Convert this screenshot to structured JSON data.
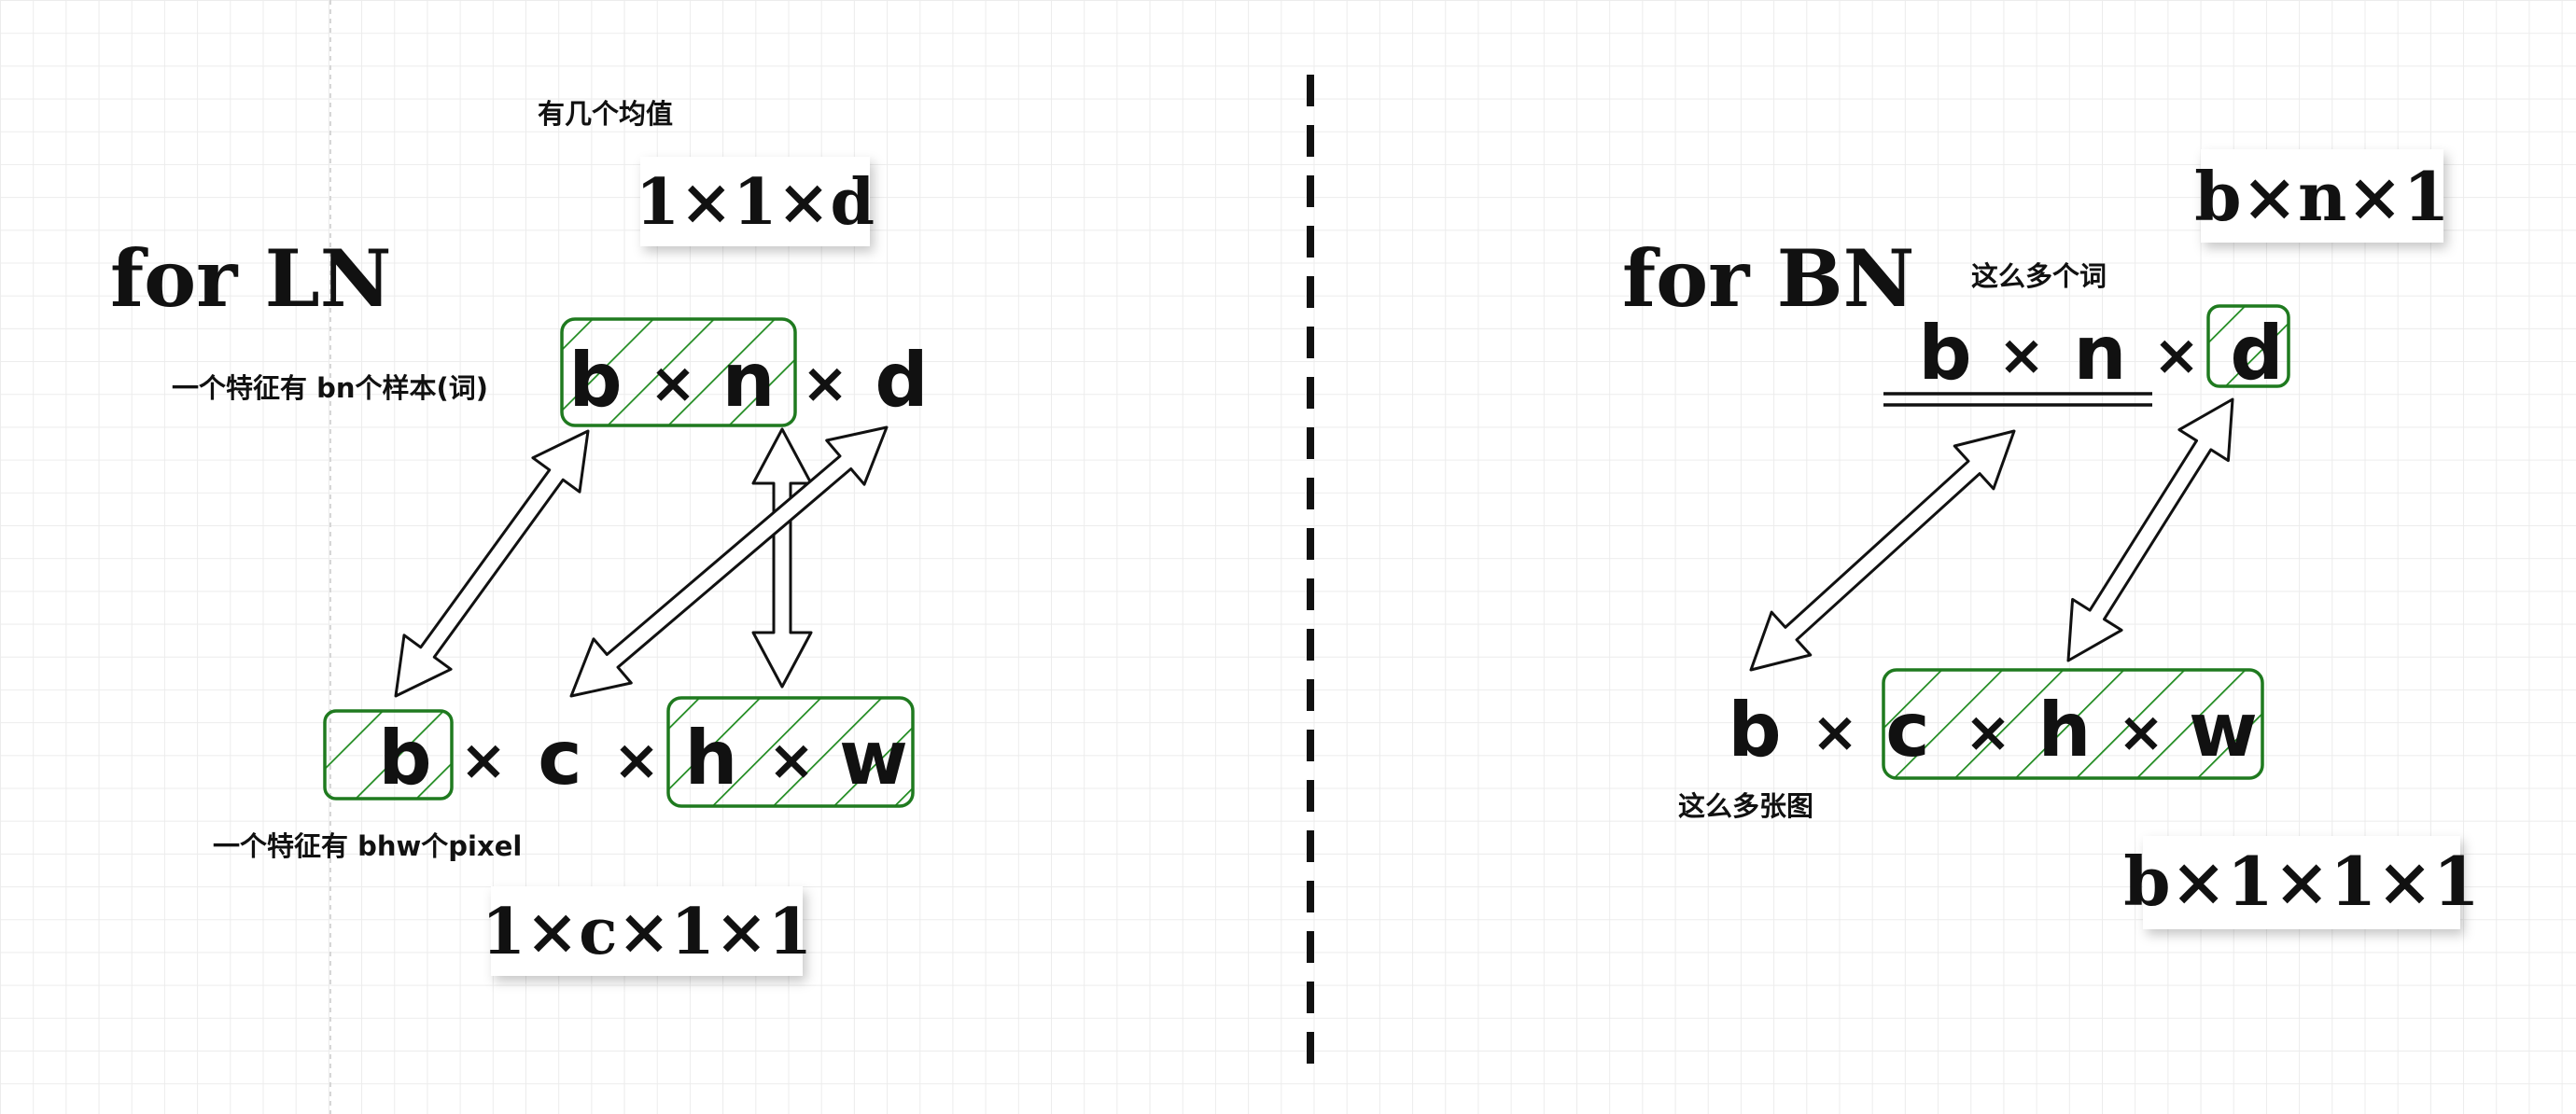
{
  "headings": {
    "ln": "for LN",
    "bn": "for BN"
  },
  "ln": {
    "mean_caption": "有几个均值",
    "mean_top": "1×1×d",
    "mean_bottom": "1×c×1×1",
    "note_seq": "一个特征有 bn个样本(词)",
    "note_img": "一个特征有 bhw个pixel",
    "seq": [
      "b",
      "×",
      "n",
      "×",
      "d"
    ],
    "img": [
      "b",
      "×",
      "c",
      "×",
      "h",
      "×",
      "w"
    ]
  },
  "bn": {
    "mean_top": "b×n×1",
    "mean_bottom": "b×1×1×1",
    "note_seq": "这么多个词",
    "note_img": "这么多张图",
    "seq": [
      "b",
      "×",
      "n",
      "×",
      "d"
    ],
    "img": [
      "b",
      "×",
      "c",
      "×",
      "h",
      "×",
      "w"
    ]
  },
  "colors": {
    "highlight": "#1f7a1f",
    "ink": "#111111",
    "divider": "#111111"
  }
}
